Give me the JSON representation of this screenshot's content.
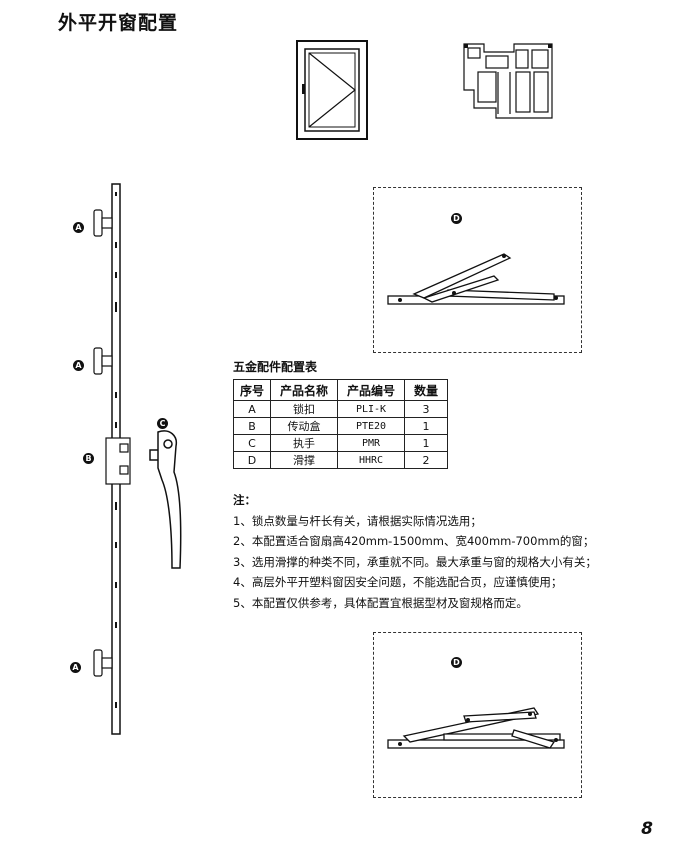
{
  "document": {
    "title": "外平开窗配置",
    "page_number": "8"
  },
  "markers": {
    "a": "A",
    "b": "B",
    "c": "C",
    "d": "D"
  },
  "table": {
    "title": "五金配件配置表",
    "headers": [
      "序号",
      "产品名称",
      "产品编号",
      "数量"
    ],
    "rows": [
      [
        "A",
        "锁扣",
        "PLI-K",
        "3"
      ],
      [
        "B",
        "传动盒",
        "PTE20",
        "1"
      ],
      [
        "C",
        "执手",
        "PMR",
        "1"
      ],
      [
        "D",
        "滑撑",
        "HHRC",
        "2"
      ]
    ]
  },
  "notes": {
    "heading": "注：",
    "items": [
      "1、锁点数量与杆长有关，请根据实际情况选用；",
      "2、本配置适合窗扇高420mm-1500mm、宽400mm-700mm的窗；",
      "3、选用滑撑的种类不同，承重就不同。最大承重与窗的规格大小有关；",
      "4、高层外平开塑料窗因安全问题，不能选配合页，应谨慎使用；",
      "5、本配置仅供参考，具体配置宜根据型材及窗规格而定。"
    ]
  }
}
